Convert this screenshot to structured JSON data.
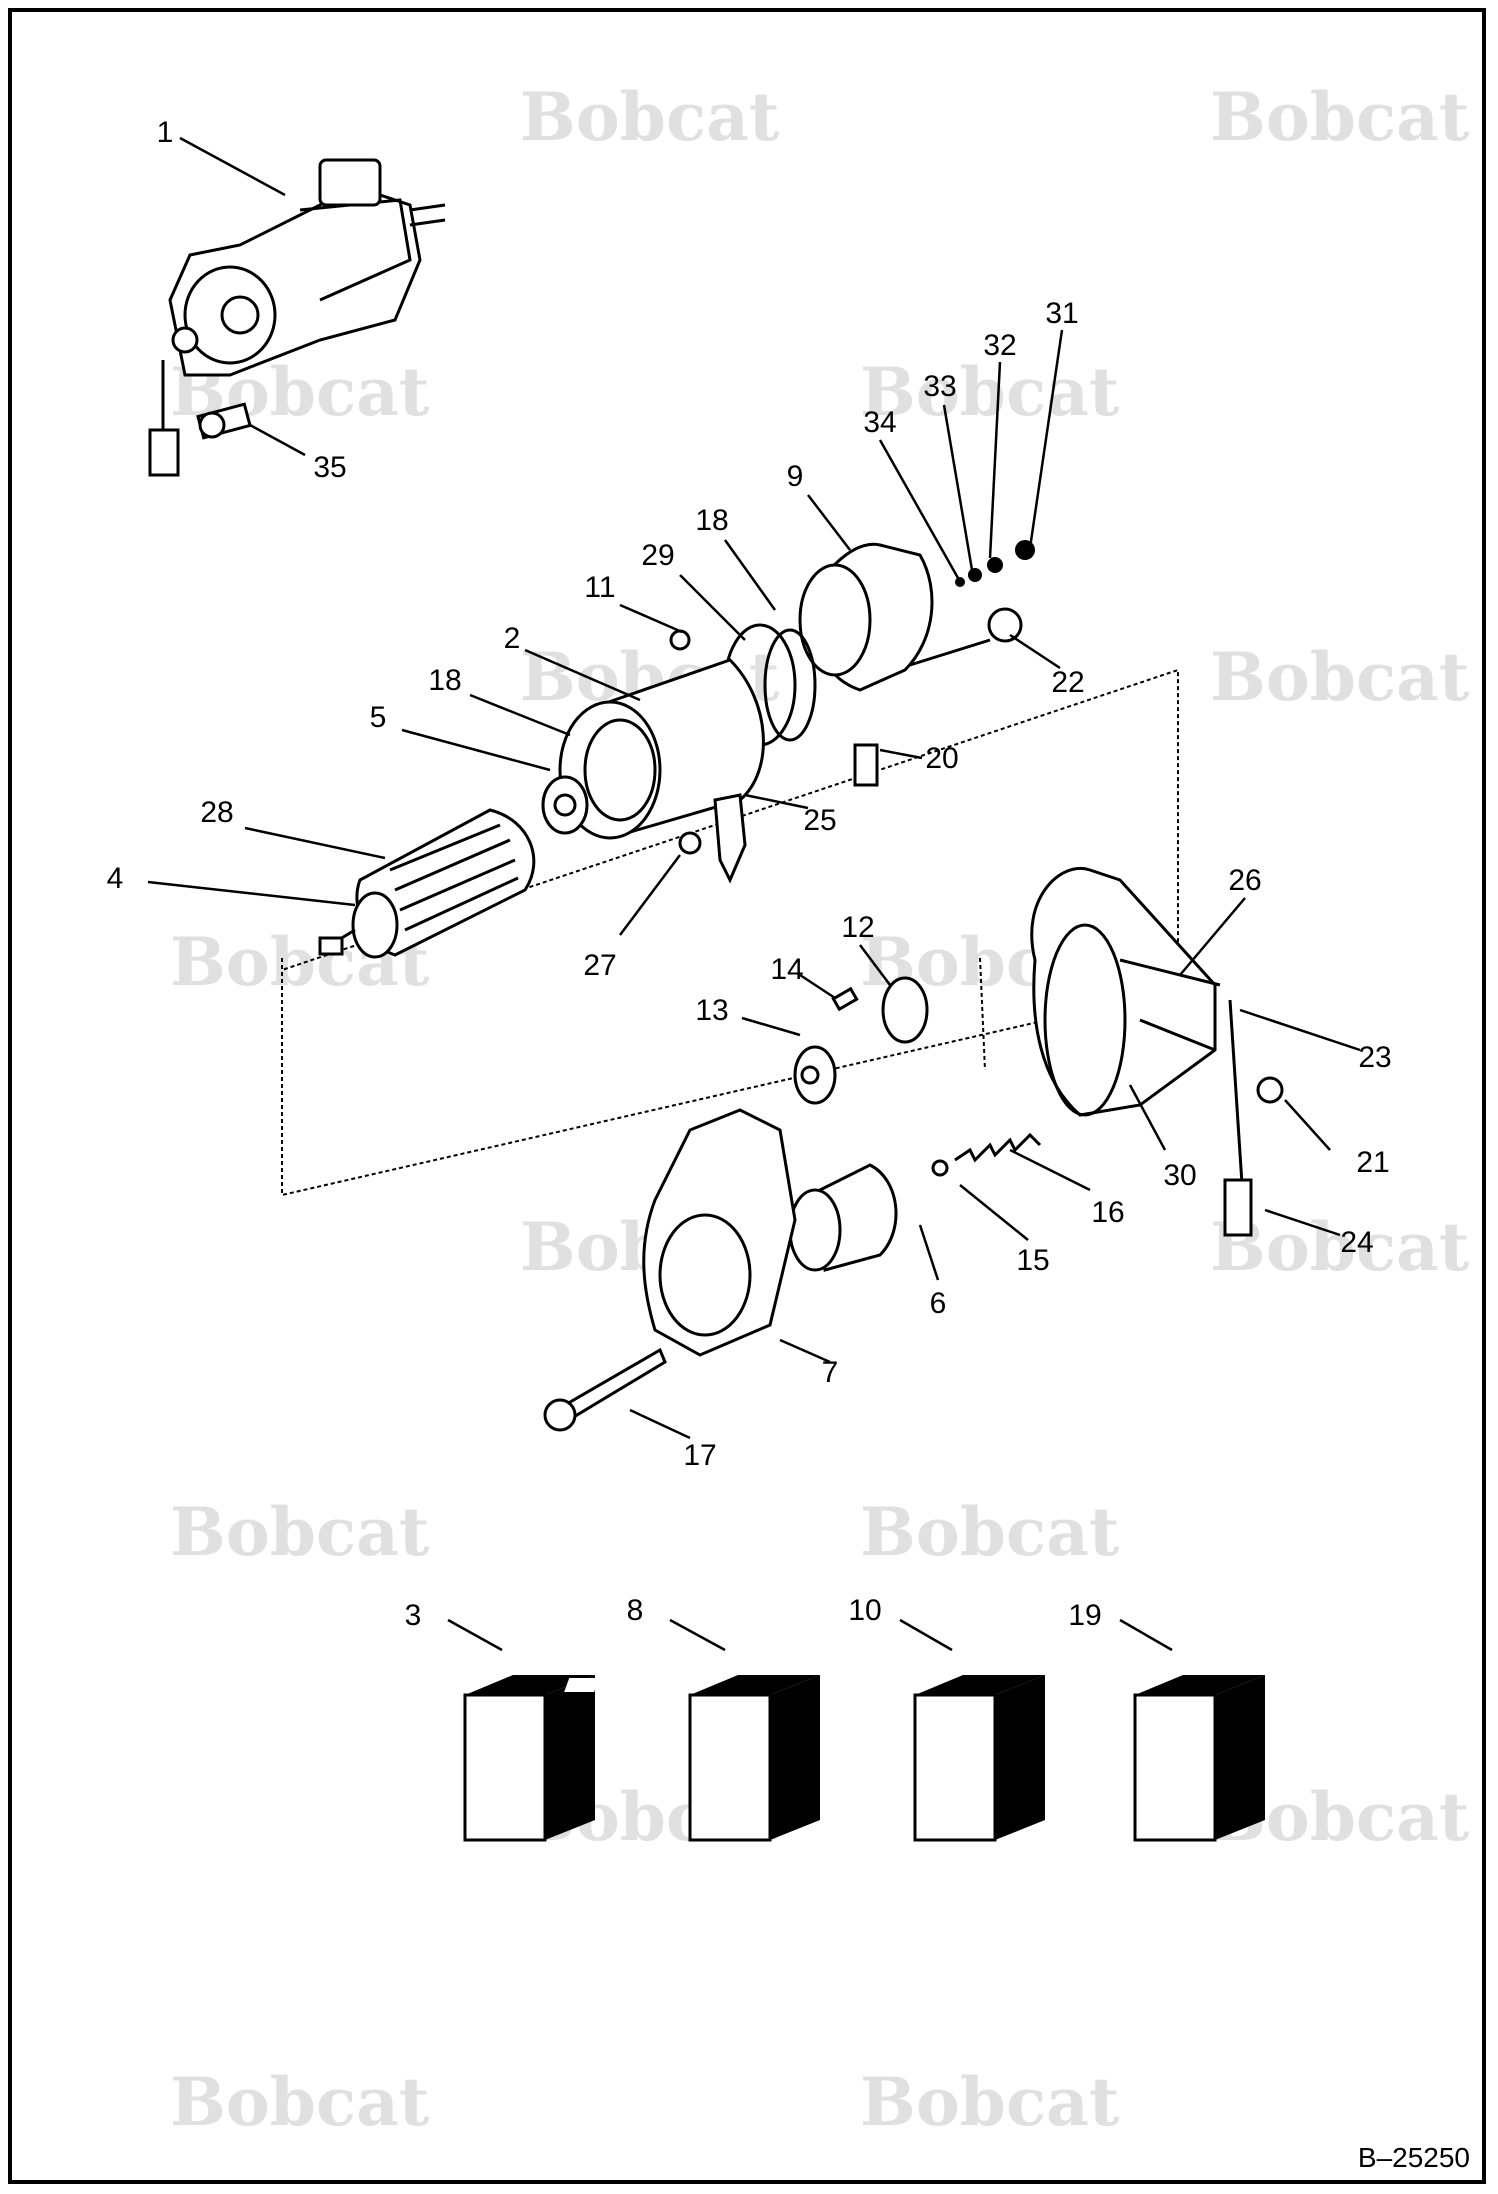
{
  "watermark": "Bobcat",
  "drawing_ref": "B–25250",
  "callouts": [
    "1",
    "35",
    "31",
    "32",
    "33",
    "34",
    "9",
    "18",
    "29",
    "11",
    "2",
    "22",
    "18",
    "5",
    "20",
    "25",
    "28",
    "4",
    "27",
    "26",
    "12",
    "14",
    "13",
    "23",
    "21",
    "30",
    "16",
    "15",
    "24",
    "6",
    "7",
    "17",
    "3",
    "8",
    "10",
    "19"
  ]
}
